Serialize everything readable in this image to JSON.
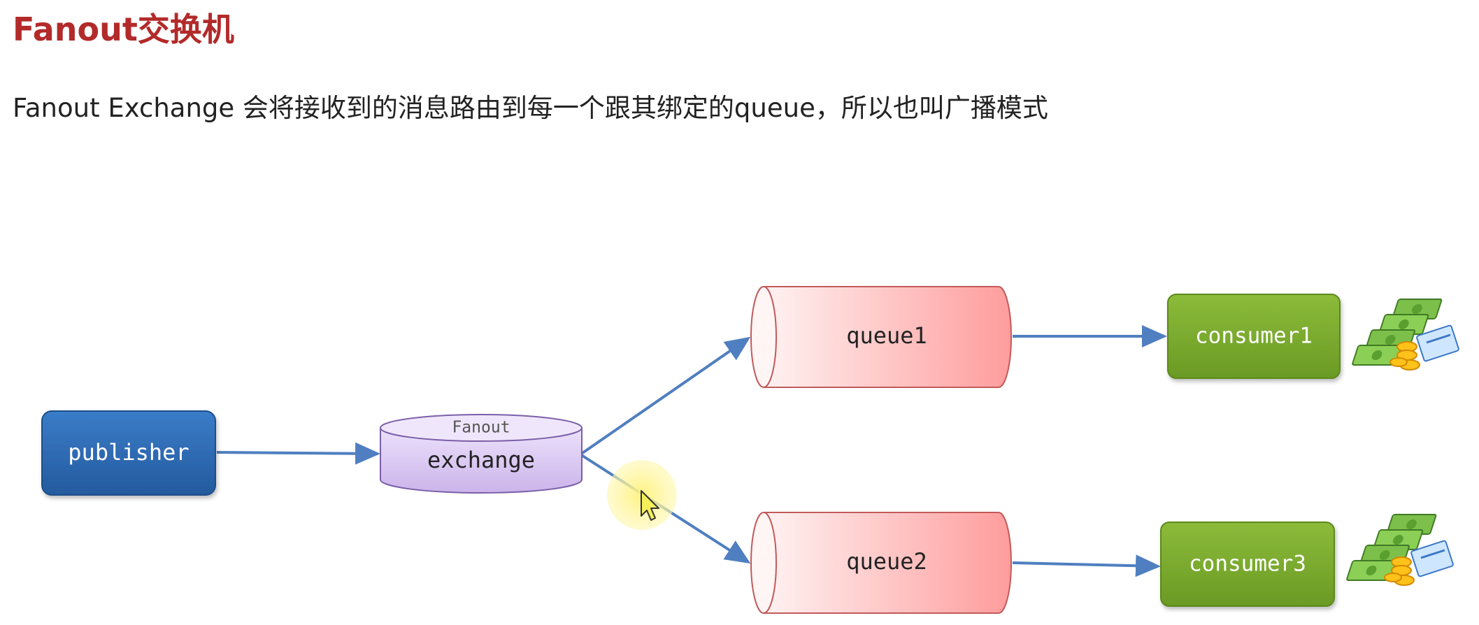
{
  "header": {
    "title": "Fanout交换机",
    "description": "Fanout Exchange 会将接收到的消息路由到每一个跟其绑定的queue，所以也叫广播模式"
  },
  "diagram": {
    "publisher": {
      "label": "publisher",
      "color": "#2f6db8"
    },
    "exchange": {
      "type_label": "Fanout",
      "label": "exchange",
      "color": "#d9c7f0"
    },
    "queues": [
      {
        "label": "queue1"
      },
      {
        "label": "queue2"
      }
    ],
    "consumers": [
      {
        "label": "consumer1",
        "icon": "money-icon"
      },
      {
        "label": "consumer3",
        "icon": "money-icon"
      }
    ],
    "colors": {
      "arrow": "#4f7fc0",
      "queue_fill": "#ff9f9f",
      "consumer_fill": "#78a82c",
      "cursor_highlight": "#fff59a"
    }
  }
}
